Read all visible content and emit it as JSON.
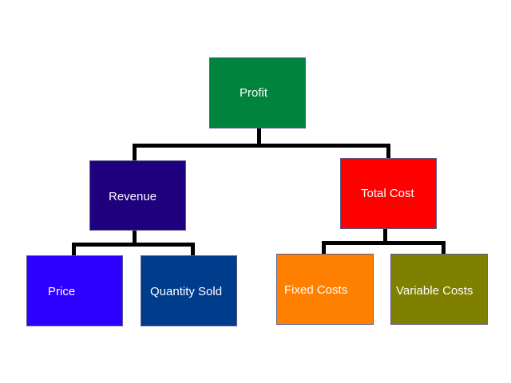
{
  "nodes": {
    "profit": {
      "label": "Profit",
      "color": "#00843D"
    },
    "revenue": {
      "label": "Revenue",
      "color": "#1F007F"
    },
    "total_cost": {
      "label": "Total Cost",
      "color": "#FF0000"
    },
    "price": {
      "label": "Price",
      "color": "#2E00FF"
    },
    "quantity_sold": {
      "label": "Quantity Sold",
      "color": "#003C8C"
    },
    "fixed_costs": {
      "label": "Fixed Costs",
      "color": "#FF7F00"
    },
    "variable_costs": {
      "label": "Variable Costs",
      "color": "#7F7F00"
    }
  },
  "edges": [
    [
      "profit",
      "revenue"
    ],
    [
      "profit",
      "total_cost"
    ],
    [
      "revenue",
      "price"
    ],
    [
      "revenue",
      "quantity_sold"
    ],
    [
      "total_cost",
      "fixed_costs"
    ],
    [
      "total_cost",
      "variable_costs"
    ]
  ]
}
